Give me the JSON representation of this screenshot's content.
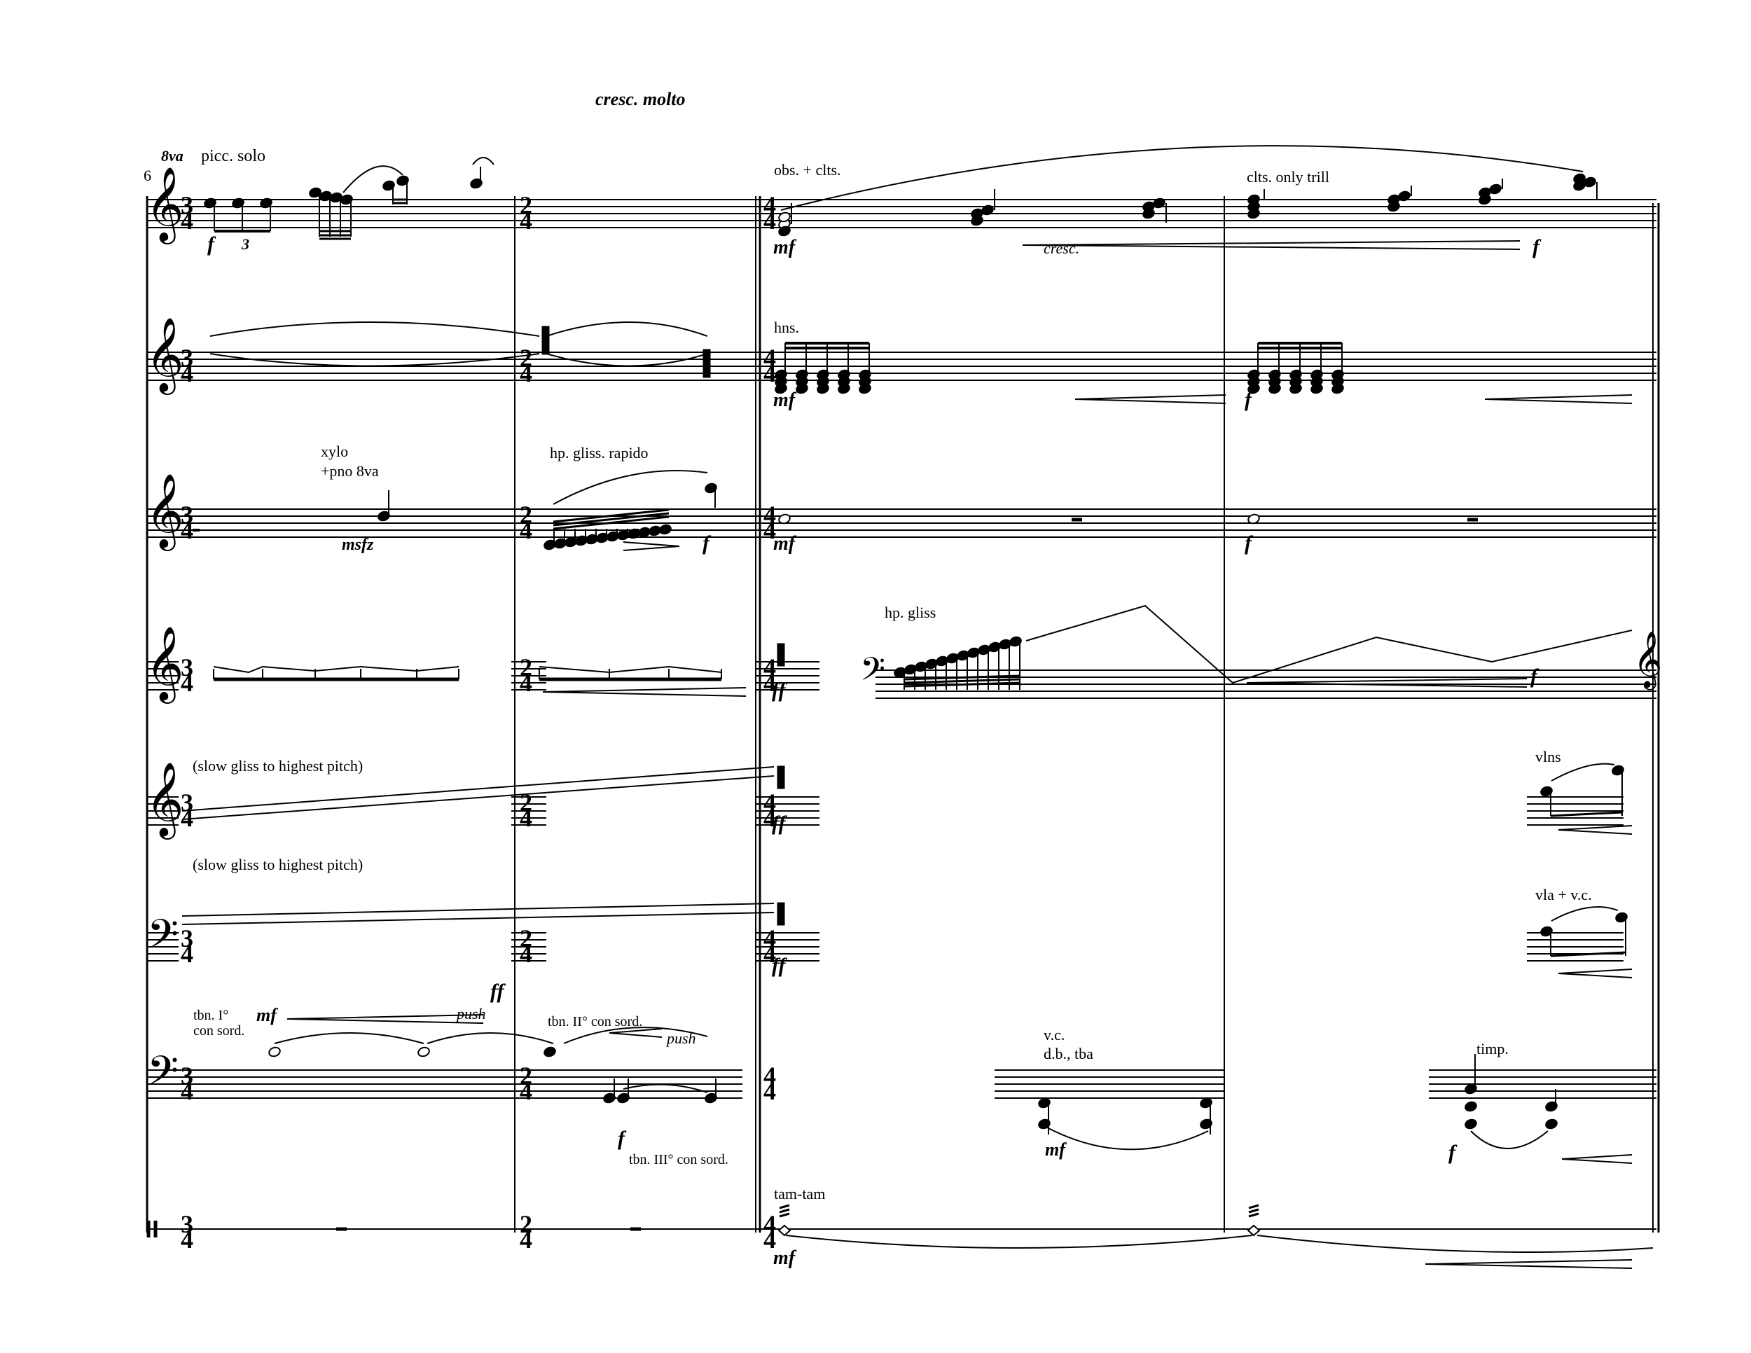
{
  "page": {
    "tempo_expression": "cresc. molto",
    "measure_number": "6",
    "ottava": "8va"
  },
  "time_signatures": {
    "m1": [
      "3",
      "4"
    ],
    "m2": [
      "2",
      "4"
    ],
    "m3": [
      "4",
      "4"
    ]
  },
  "staves": [
    {
      "id": "staff1",
      "clef": "treble"
    },
    {
      "id": "staff2",
      "clef": "treble"
    },
    {
      "id": "staff3",
      "clef": "treble"
    },
    {
      "id": "staff4",
      "clef": "treble"
    },
    {
      "id": "staff5",
      "clef": "treble"
    },
    {
      "id": "staff6",
      "clef": "bass"
    },
    {
      "id": "staff7",
      "clef": "bass"
    },
    {
      "id": "staff8",
      "clef": "percussion"
    }
  ],
  "annotations": {
    "picc_solo": "picc. solo",
    "obs_clts": "obs. + clts.",
    "clts_only_trill": "clts. only trill",
    "hns": "hns.",
    "xylo": "xylo",
    "pno_8va": "+pno 8va",
    "hp_gliss_rapido": "hp. gliss. rapido",
    "hp_gliss": "hp. gliss",
    "slow_gliss_1": "(slow gliss to highest pitch)",
    "slow_gliss_2": "(slow gliss to highest pitch)",
    "vlns": "vlns",
    "vla_vc": "vla + v.c.",
    "tbn1": "tbn. I°",
    "con_sord": "con sord.",
    "tbn2": "tbn. II° con sord.",
    "tbn3": "tbn. III° con sord.",
    "push1": "push",
    "push2": "push",
    "vc": "v.c.",
    "db_tba": "d.b., tba",
    "timp": "timp.",
    "tam_tam": "tam-tam",
    "cresc": "cresc."
  },
  "dynamics": {
    "s1_f": "f",
    "s1_mf": "mf",
    "s1_f2": "f",
    "s2_mf": "mf",
    "s2_f": "f",
    "s3_msfz": "msfz",
    "s3_f": "f",
    "s3_mf": "mf",
    "s3_f2": "f",
    "s4_ff": "ff",
    "s4_f": "f",
    "s5_ff": "ff",
    "s6_ff": "ff",
    "s7_mf": "mf",
    "s7_ff": "ff",
    "s7_f": "f",
    "s7_mf2": "mf",
    "s7_f2": "f",
    "s8_mf": "mf"
  },
  "tuplet": "3"
}
